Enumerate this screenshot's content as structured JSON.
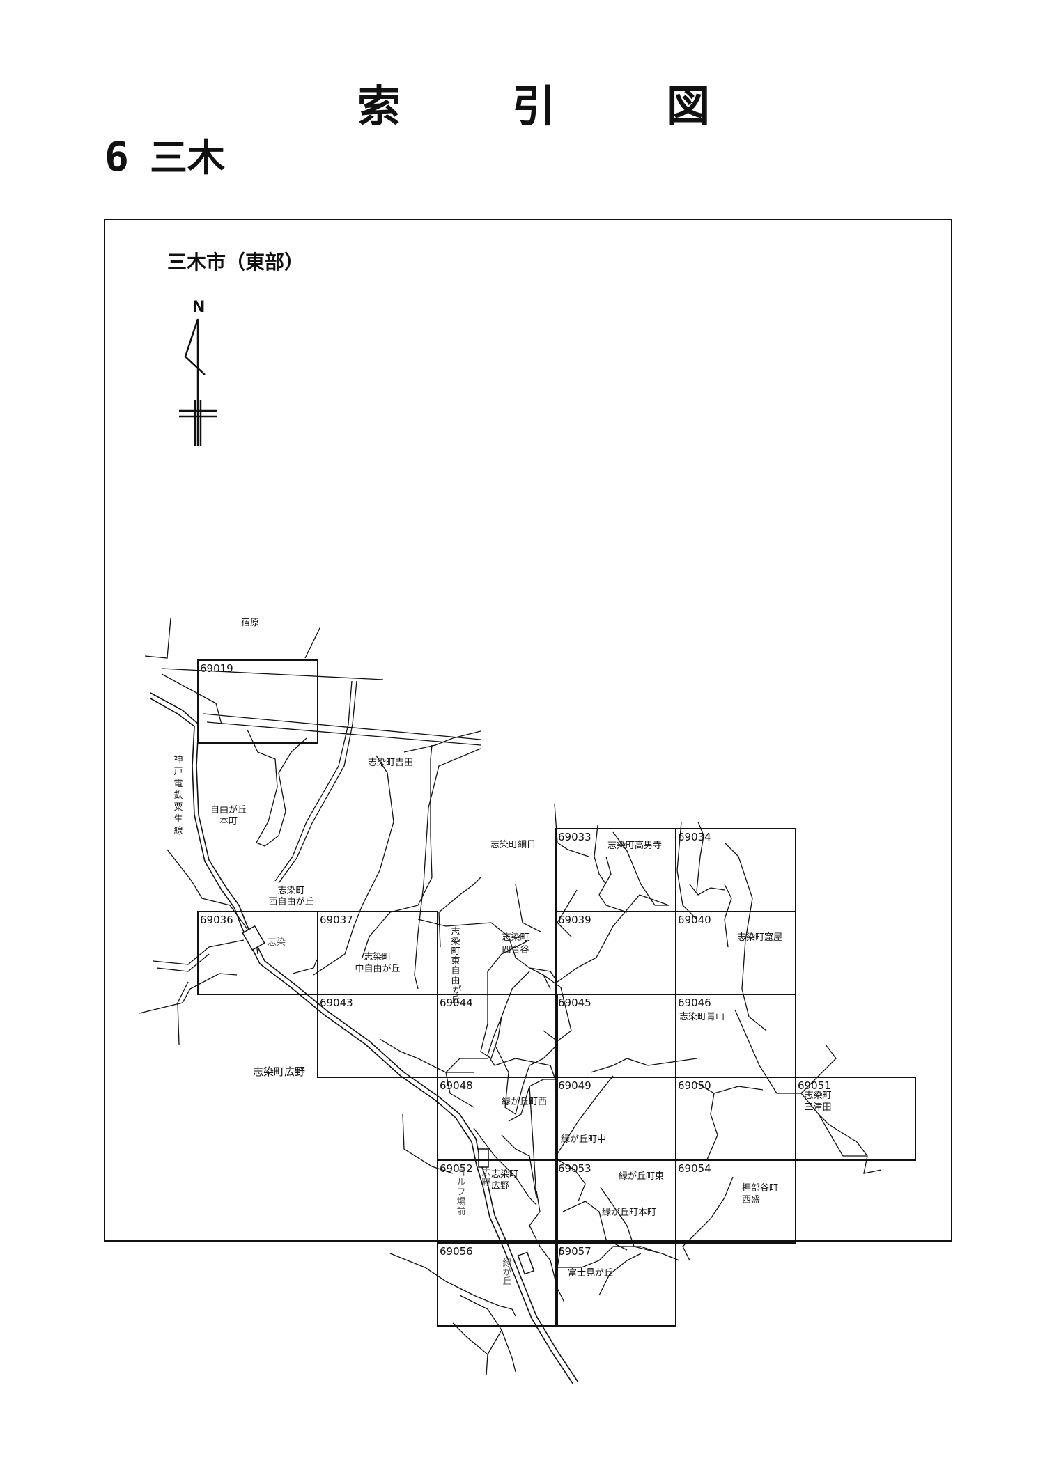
{
  "header": {
    "title_chars": [
      "索",
      "引",
      "図"
    ],
    "section_number": "6",
    "section_name": "三木"
  },
  "map": {
    "title": "三木市（東部）",
    "north_label": "N",
    "tiles": [
      {
        "id": "69019",
        "label": ""
      },
      {
        "id": "69033",
        "label": "志染町高男寺"
      },
      {
        "id": "69034",
        "label": ""
      },
      {
        "id": "69036",
        "label": ""
      },
      {
        "id": "69037",
        "label": "志染町\n中自由が丘"
      },
      {
        "id": "69039",
        "label": ""
      },
      {
        "id": "69040",
        "label": "志染町窟屋"
      },
      {
        "id": "69043",
        "label": ""
      },
      {
        "id": "69044",
        "label": ""
      },
      {
        "id": "69045",
        "label": ""
      },
      {
        "id": "69046",
        "label": "志染町青山"
      },
      {
        "id": "69048",
        "label": "緑が丘町西"
      },
      {
        "id": "69049",
        "label": "緑が丘町中"
      },
      {
        "id": "69050",
        "label": ""
      },
      {
        "id": "69051",
        "label": "志染町\n三津田"
      },
      {
        "id": "69052",
        "label": "志染町\n広野"
      },
      {
        "id": "69053",
        "label": "緑が丘町東"
      },
      {
        "id": "69054",
        "label": "押部谷町\n西盛"
      },
      {
        "id": "69056",
        "label": ""
      },
      {
        "id": "69057",
        "label": "富士見が丘"
      }
    ],
    "place_labels": [
      {
        "id": "shukuhara",
        "text": "宿原"
      },
      {
        "id": "yoshida",
        "text": "志染町吉田"
      },
      {
        "id": "jiyugaoka-honmachi",
        "text": "自由が丘\n本町"
      },
      {
        "id": "hosome",
        "text": "志染町細目"
      },
      {
        "id": "nishi-jiyugaoka",
        "text": "志染町\n西自由が丘"
      },
      {
        "id": "higashi-jiyugaoka",
        "text": "志\n染\n町\n東\n自\n由\n が\n丘"
      },
      {
        "id": "shigodani",
        "text": "志染町\n四合谷"
      },
      {
        "id": "hirono",
        "text": "志染町広野"
      },
      {
        "id": "midorigaoka-honmachi",
        "text": "緑が丘町本町"
      }
    ],
    "railway_label": "神戸電鉄粟生線",
    "stations": [
      {
        "id": "shijimi",
        "text": "志染"
      },
      {
        "id": "hirono-golf",
        "text": "広野\nゴルフ場前"
      },
      {
        "id": "midorigaoka",
        "text": "緑が丘"
      }
    ]
  }
}
